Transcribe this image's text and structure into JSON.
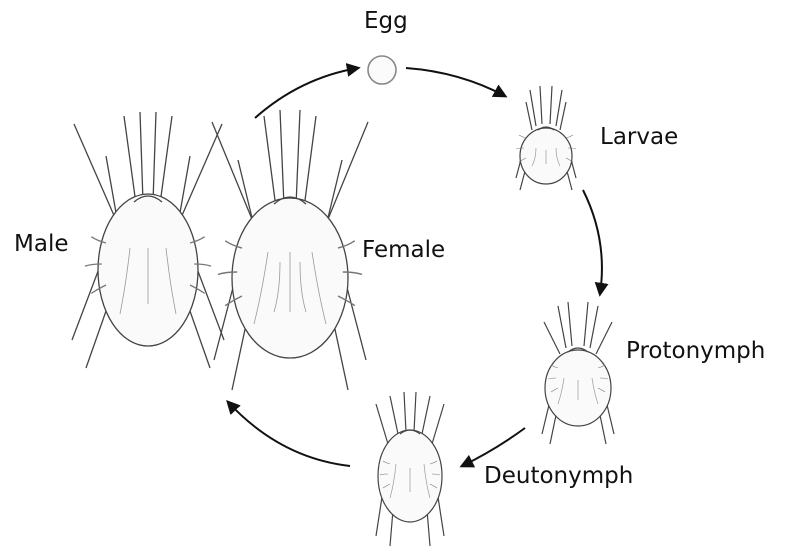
{
  "diagram": {
    "stages": [
      {
        "id": "egg",
        "label": "Egg"
      },
      {
        "id": "larvae",
        "label": "Larvae"
      },
      {
        "id": "protonymph",
        "label": "Protonymph"
      },
      {
        "id": "deutonymph",
        "label": "Deutonymph"
      },
      {
        "id": "female",
        "label": "Female"
      },
      {
        "id": "male",
        "label": "Male"
      }
    ],
    "cycle_order": [
      "egg",
      "larvae",
      "protonymph",
      "deutonymph",
      "female"
    ]
  }
}
